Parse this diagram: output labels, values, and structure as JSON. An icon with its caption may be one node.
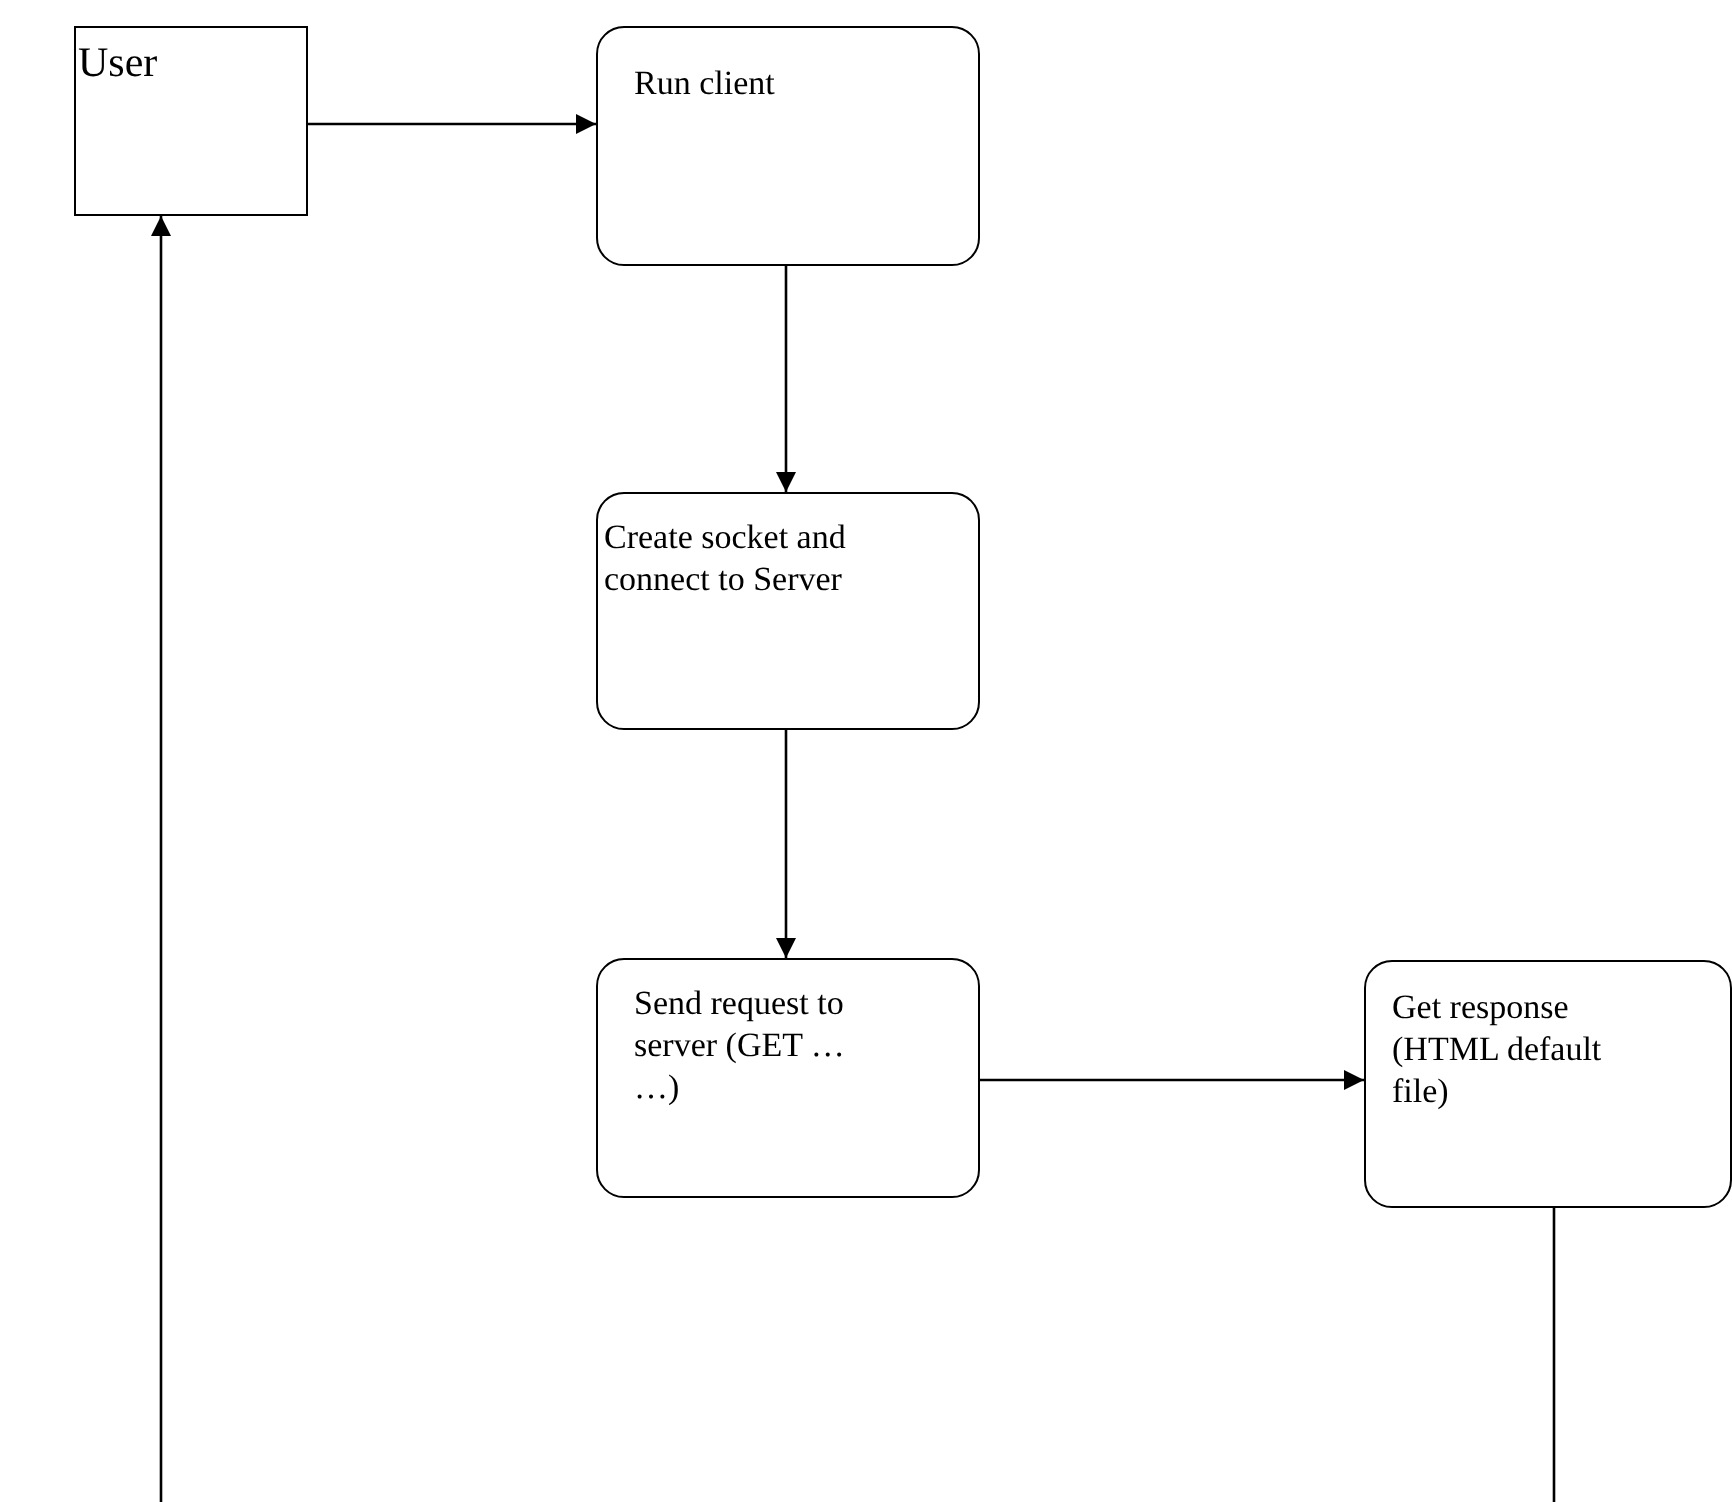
{
  "diagram": {
    "nodes": [
      {
        "text": [
          "User"
        ]
      },
      {
        "text": [
          "Run client"
        ]
      },
      {
        "text": [
          "Create socket and connect to Server"
        ]
      },
      {
        "text": [
          "Send request to server (GET … …)"
        ]
      },
      {
        "text": [
          "Get response (HTML default file)"
        ]
      }
    ],
    "edges": [
      {
        "from": 0,
        "to": 1,
        "arrow": "to"
      },
      {
        "from": 1,
        "to": 2,
        "arrow": "to"
      },
      {
        "from": 2,
        "to": 3,
        "arrow": "to"
      },
      {
        "from": 3,
        "to": 4,
        "arrow": "to"
      },
      {
        "from": 4,
        "to": null,
        "arrow": "none"
      },
      {
        "from": null,
        "to": 0,
        "arrow": "to"
      }
    ]
  }
}
